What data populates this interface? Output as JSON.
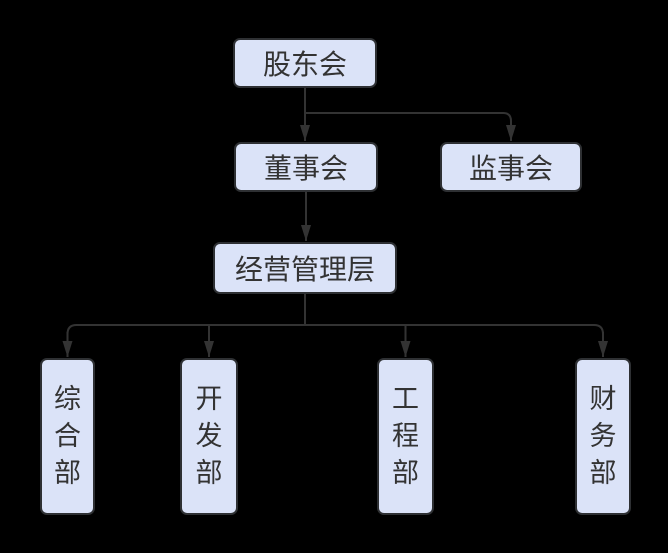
{
  "diagram": {
    "type": "org-chart",
    "nodes": {
      "shareholders": {
        "label": "股东会"
      },
      "board": {
        "label": "董事会"
      },
      "supervisory": {
        "label": "监事会"
      },
      "management": {
        "label": "经营管理层"
      },
      "dept_general": {
        "label": "综合部"
      },
      "dept_development": {
        "label": "开发部"
      },
      "dept_engineering": {
        "label": "工程部"
      },
      "dept_finance": {
        "label": "财务部"
      }
    },
    "edges": [
      {
        "from": "股东会",
        "to": "董事会"
      },
      {
        "from": "股东会",
        "to": "监事会"
      },
      {
        "from": "董事会",
        "to": "经营管理层"
      },
      {
        "from": "经营管理层",
        "to": "综合部"
      },
      {
        "from": "经营管理层",
        "to": "开发部"
      },
      {
        "from": "经营管理层",
        "to": "工程部"
      },
      {
        "from": "经营管理层",
        "to": "财务部"
      }
    ],
    "colors": {
      "background": "#000000",
      "node_fill": "#dbe3f8",
      "node_border": "#2e3033",
      "node_text": "#333333",
      "connector": "#333333"
    }
  }
}
